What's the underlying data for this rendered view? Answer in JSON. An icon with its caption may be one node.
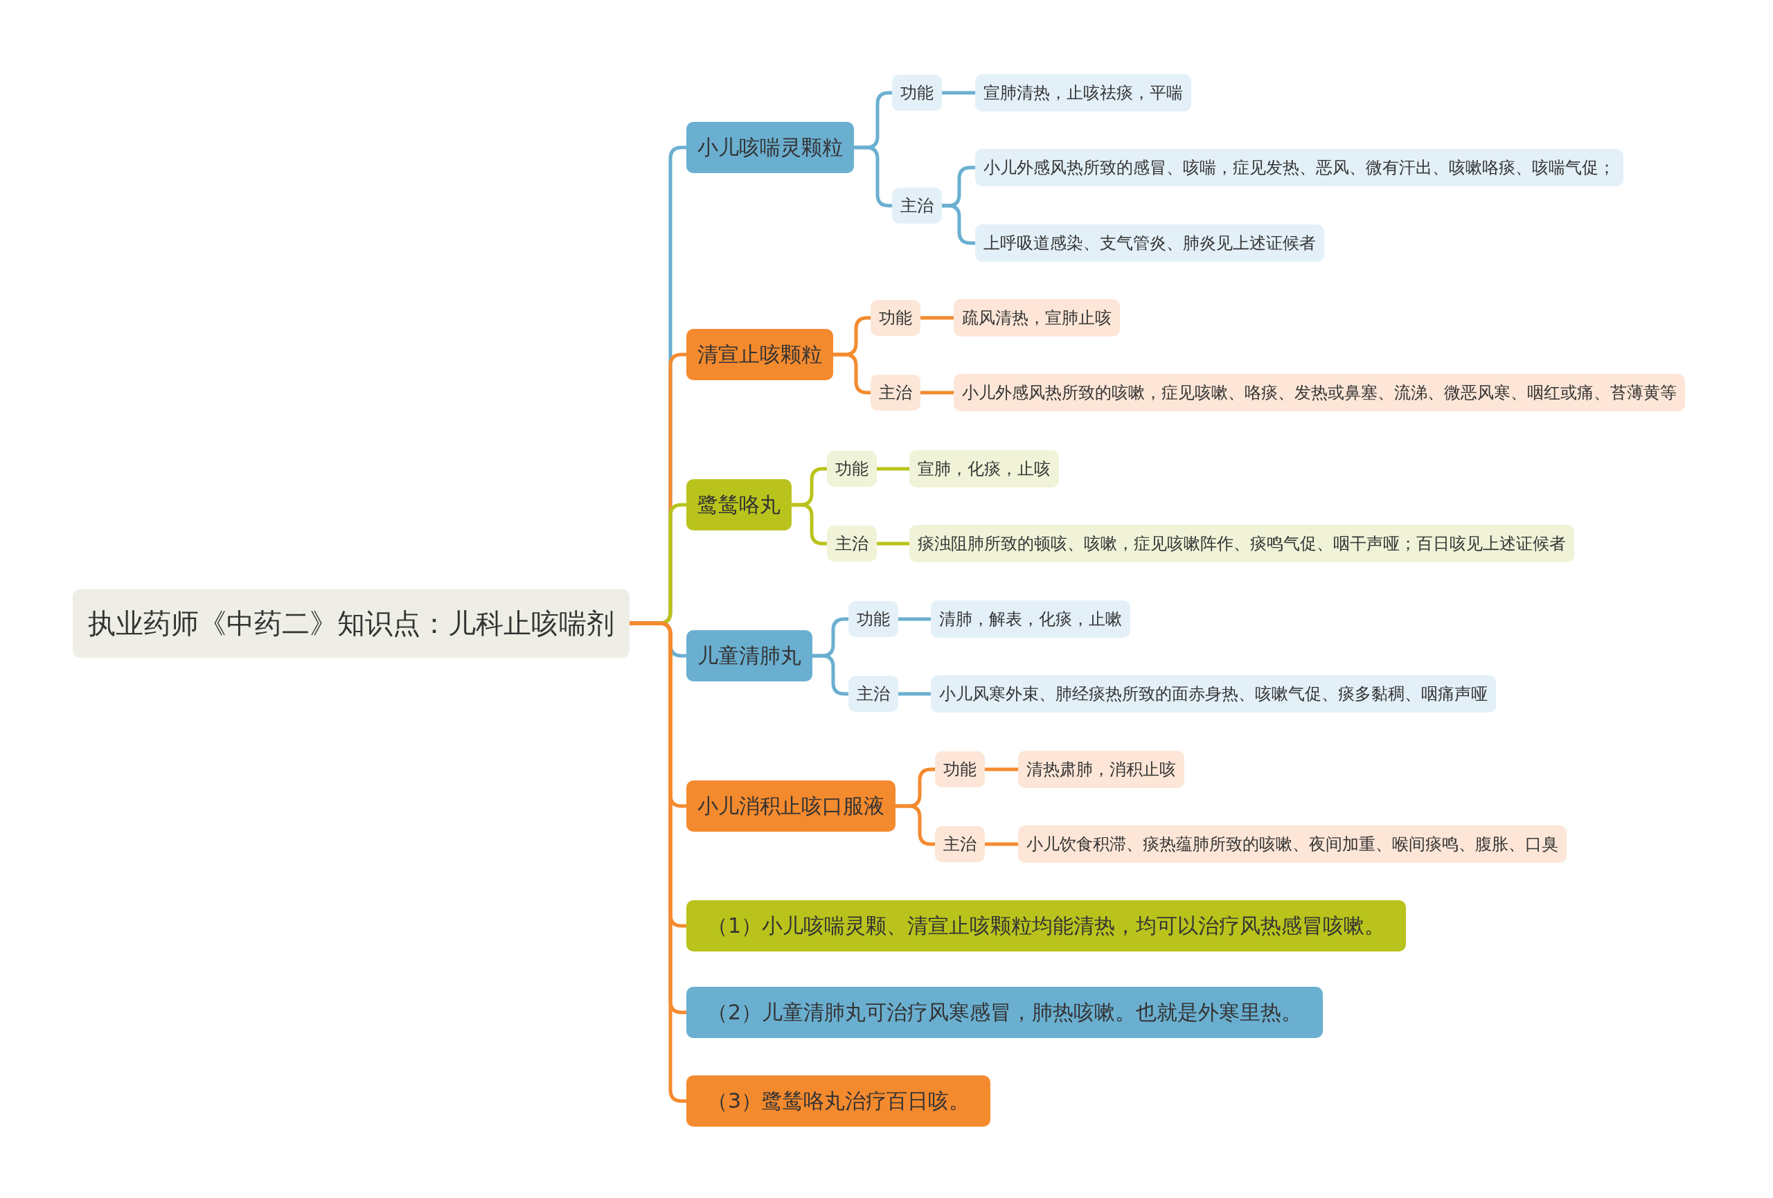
{
  "diagram": {
    "nodes": [
      {
        "text": [
          "执业药师《中药二》知识点：儿科止咳喘剂"
        ]
      },
      {
        "text": [
          "小儿咳喘灵颗粒"
        ]
      },
      {
        "text": [
          "功能"
        ]
      },
      {
        "text": [
          "宣肺清热，止咳祛痰，平喘"
        ]
      },
      {
        "text": [
          "主治"
        ]
      },
      {
        "text": [
          "小儿外感风热所致的感冒、咳喘，症见发热、恶风、微有汗出、咳嗽咯痰、咳喘气促；"
        ]
      },
      {
        "text": [
          "上呼吸道感染、支气管炎、肺炎见上述证候者"
        ]
      },
      {
        "text": [
          "清宣止咳颗粒"
        ]
      },
      {
        "text": [
          "功能"
        ]
      },
      {
        "text": [
          "疏风清热，宣肺止咳"
        ]
      },
      {
        "text": [
          "主治"
        ]
      },
      {
        "text": [
          "小儿外感风热所致的咳嗽，症见咳嗽、咯痰、发热或鼻塞、流涕、微恶风寒、咽红或痛、苔薄黄等"
        ]
      },
      {
        "text": [
          "鹭鸶咯丸"
        ]
      },
      {
        "text": [
          "功能"
        ]
      },
      {
        "text": [
          "宣肺，化痰，止咳"
        ]
      },
      {
        "text": [
          "主治"
        ]
      },
      {
        "text": [
          "痰浊阻肺所致的顿咳、咳嗽，症见咳嗽阵作、痰鸣气促、咽干声哑；百日咳见上述证候者"
        ]
      },
      {
        "text": [
          "儿童清肺丸"
        ]
      },
      {
        "text": [
          "功能"
        ]
      },
      {
        "text": [
          "清肺，解表，化痰，止嗽"
        ]
      },
      {
        "text": [
          "主治"
        ]
      },
      {
        "text": [
          "小儿风寒外束、肺经痰热所致的面赤身热、咳嗽气促、痰多黏稠、咽痛声哑"
        ]
      },
      {
        "text": [
          "小儿消积止咳口服液"
        ]
      },
      {
        "text": [
          "功能"
        ]
      },
      {
        "text": [
          "清热肃肺，消积止咳"
        ]
      },
      {
        "text": [
          "主治"
        ]
      },
      {
        "text": [
          "小儿饮食积滞、痰热蕴肺所致的咳嗽、夜间加重、喉间痰鸣、腹胀、口臭"
        ]
      },
      {
        "text": [
          "（1）小儿咳喘灵颗、清宣止咳颗粒均能清热，均可以治疗风热感冒咳嗽。"
        ]
      },
      {
        "text": [
          "（2）儿童清肺丸可治疗风寒感冒，肺热咳嗽。也就是外寒里热。"
        ]
      },
      {
        "text": [
          "（3）鹭鸶咯丸治疗百日咳。"
        ]
      }
    ],
    "edges": [
      {
        "from": 0,
        "to": 1,
        "arrow": "none",
        "color": "#6aafd0"
      },
      {
        "from": 1,
        "to": 2,
        "arrow": "none",
        "color": "#6aafd0"
      },
      {
        "from": 2,
        "to": 3,
        "arrow": "none",
        "color": "#6aafd0"
      },
      {
        "from": 1,
        "to": 4,
        "arrow": "none",
        "color": "#6aafd0"
      },
      {
        "from": 4,
        "to": 5,
        "arrow": "none",
        "color": "#6aafd0"
      },
      {
        "from": 4,
        "to": 6,
        "arrow": "none",
        "color": "#6aafd0"
      },
      {
        "from": 0,
        "to": 7,
        "arrow": "none",
        "color": "#f48a2e"
      },
      {
        "from": 7,
        "to": 8,
        "arrow": "none",
        "color": "#f48a2e"
      },
      {
        "from": 8,
        "to": 9,
        "arrow": "none",
        "color": "#f48a2e"
      },
      {
        "from": 7,
        "to": 10,
        "arrow": "none",
        "color": "#f48a2e"
      },
      {
        "from": 10,
        "to": 11,
        "arrow": "none",
        "color": "#f48a2e"
      },
      {
        "from": 0,
        "to": 12,
        "arrow": "none",
        "color": "#b9c31c"
      },
      {
        "from": 12,
        "to": 13,
        "arrow": "none",
        "color": "#b9c31c"
      },
      {
        "from": 13,
        "to": 14,
        "arrow": "none",
        "color": "#b9c31c"
      },
      {
        "from": 12,
        "to": 15,
        "arrow": "none",
        "color": "#b9c31c"
      },
      {
        "from": 15,
        "to": 16,
        "arrow": "none",
        "color": "#b9c31c"
      },
      {
        "from": 0,
        "to": 17,
        "arrow": "none",
        "color": "#6aafd0"
      },
      {
        "from": 17,
        "to": 18,
        "arrow": "none",
        "color": "#6aafd0"
      },
      {
        "from": 18,
        "to": 19,
        "arrow": "none",
        "color": "#6aafd0"
      },
      {
        "from": 17,
        "to": 20,
        "arrow": "none",
        "color": "#6aafd0"
      },
      {
        "from": 20,
        "to": 21,
        "arrow": "none",
        "color": "#6aafd0"
      },
      {
        "from": 0,
        "to": 22,
        "arrow": "none",
        "color": "#f48a2e"
      },
      {
        "from": 22,
        "to": 23,
        "arrow": "none",
        "color": "#f48a2e"
      },
      {
        "from": 23,
        "to": 24,
        "arrow": "none",
        "color": "#f48a2e"
      },
      {
        "from": 22,
        "to": 25,
        "arrow": "none",
        "color": "#f48a2e"
      },
      {
        "from": 25,
        "to": 26,
        "arrow": "none",
        "color": "#f48a2e"
      },
      {
        "from": 0,
        "to": 27,
        "arrow": "none",
        "color": "#f48a2e"
      },
      {
        "from": 0,
        "to": 28,
        "arrow": "none",
        "color": "#f48a2e"
      },
      {
        "from": 0,
        "to": 29,
        "arrow": "none",
        "color": "#f48a2e"
      }
    ]
  }
}
